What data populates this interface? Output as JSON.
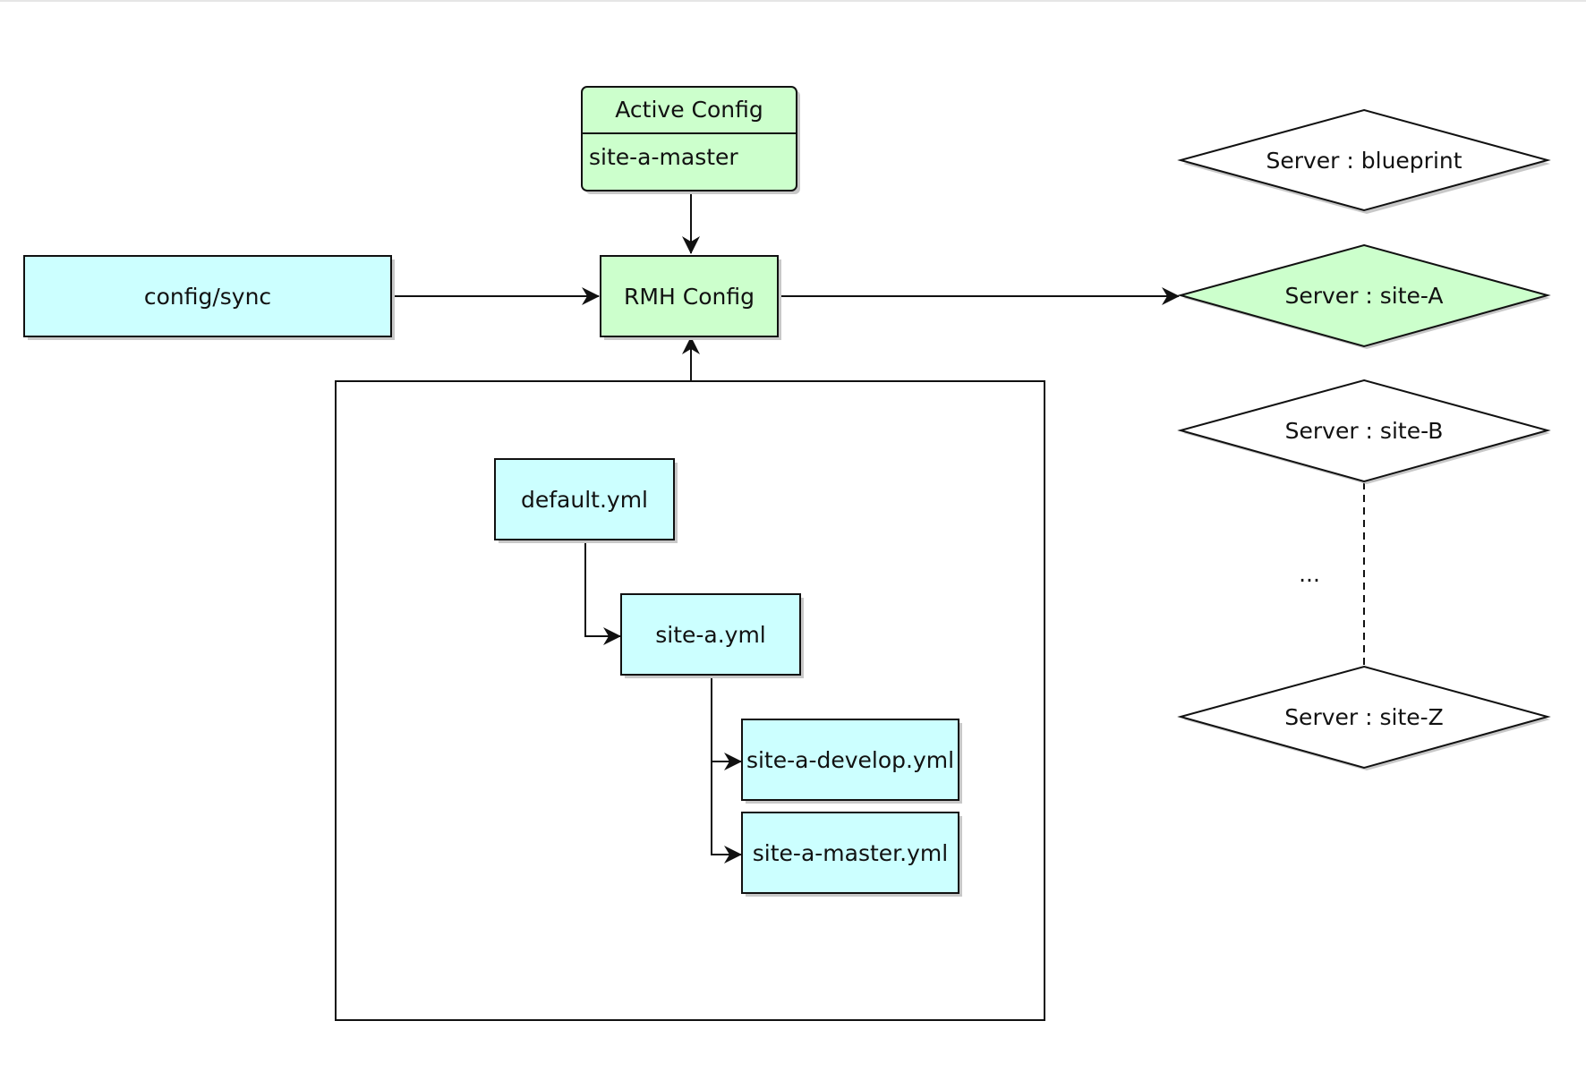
{
  "nodes": {
    "active_config": {
      "title": "Active Config",
      "value": "site-a-master"
    },
    "rmh_config": {
      "label": "RMH Config"
    },
    "config_sync": {
      "label": "config/sync"
    },
    "default_yml": {
      "label": "default.yml"
    },
    "site_a_yml": {
      "label": "site-a.yml"
    },
    "site_a_develop_yml": {
      "label": "site-a-develop.yml"
    },
    "site_a_master_yml": {
      "label": "site-a-master.yml"
    },
    "server_blueprint": {
      "label": "Server : blueprint"
    },
    "server_site_a": {
      "label": "Server : site-A"
    },
    "server_site_b": {
      "label": "Server : site-B"
    },
    "server_ellipsis": {
      "label": "..."
    },
    "server_site_z": {
      "label": "Server : site-Z"
    }
  },
  "colors": {
    "green_fill": "#ccffcc",
    "cyan_fill": "#ccffff",
    "white_fill": "#ffffff",
    "stroke": "#111111",
    "shadow": "#c8c8c8"
  }
}
